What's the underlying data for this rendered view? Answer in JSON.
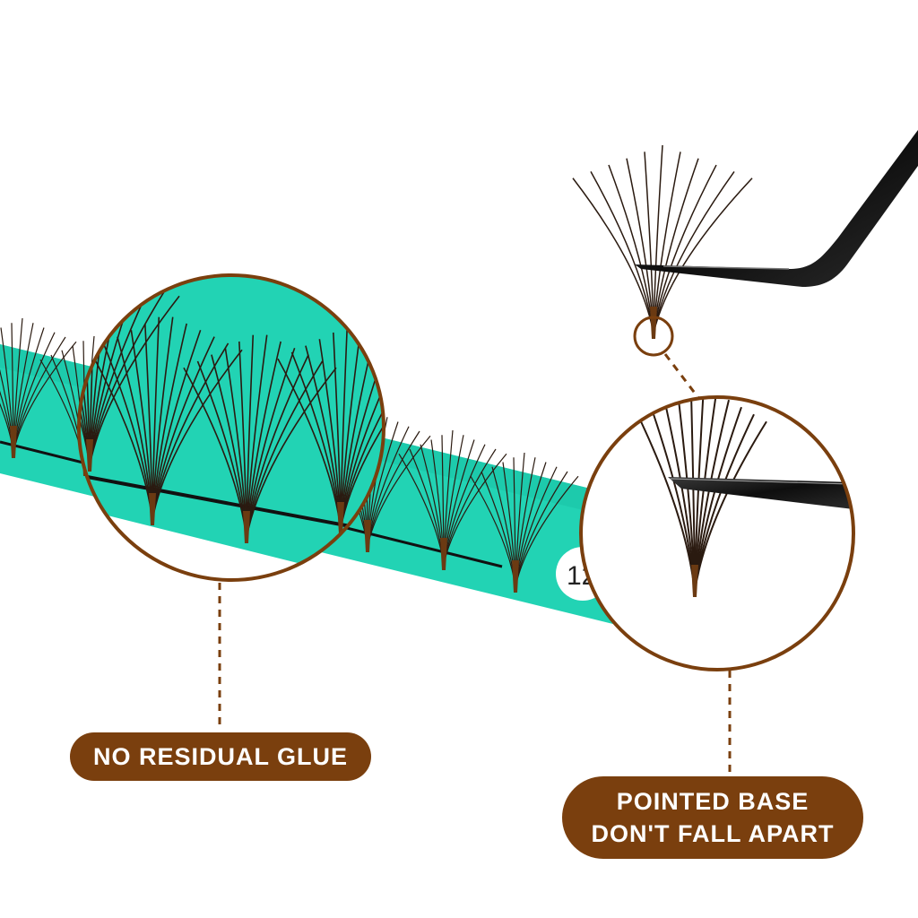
{
  "labels": {
    "left": "NO RESIDUAL GLUE",
    "right_line1": "POINTED BASE",
    "right_line2": "DON'T FALL APART"
  },
  "strip_number": "12",
  "colors": {
    "brown": "#7a3f0e",
    "strip": "#22d3b4",
    "strip_dark": "#12b89a",
    "lash": "#2a1a10",
    "base": "#6b3a12",
    "tweezer": "#1b1b1b"
  }
}
